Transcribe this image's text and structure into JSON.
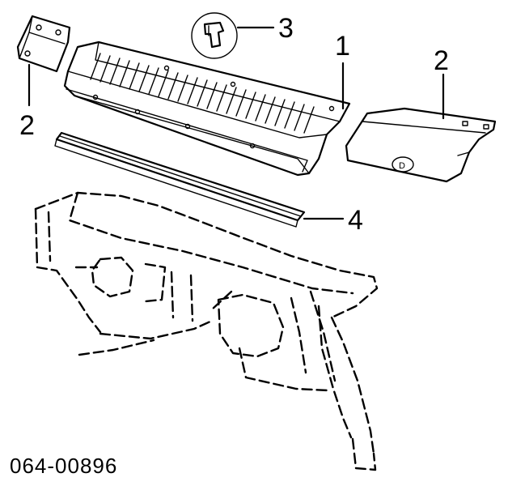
{
  "diagram": {
    "callouts": {
      "c1": "1",
      "c2_left": "2",
      "c2_right": "2",
      "c3": "3",
      "c4": "4"
    },
    "drawing_code": "064-00896"
  }
}
